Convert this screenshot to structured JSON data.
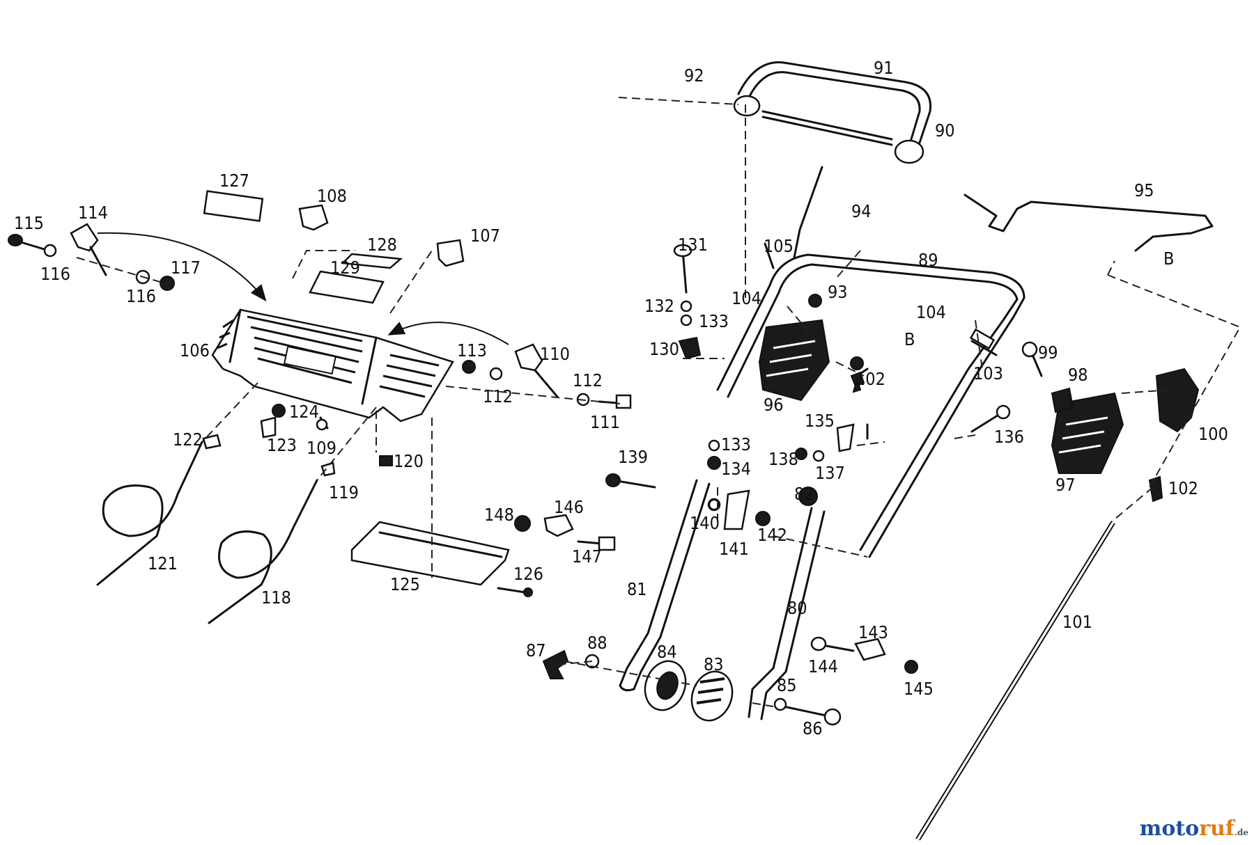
{
  "watermark": {
    "prefix": "moto",
    "accent": "ruf",
    "suffix": ".de"
  },
  "colors": {
    "line": "#111111",
    "watermark_blue": "#1d4f9e",
    "watermark_orange": "#e07b14"
  },
  "labels": {
    "p80": "80",
    "p81": "81",
    "p82": "82",
    "p83": "83",
    "p84": "84",
    "p85": "85",
    "p86": "86",
    "p87": "87",
    "p88": "88",
    "p89": "89",
    "p90": "90",
    "p91": "91",
    "p92": "92",
    "p93": "93",
    "p94": "94",
    "p95": "95",
    "pB1": "B",
    "pB2": "B",
    "p96": "96",
    "p97": "97",
    "p98": "98",
    "p99": "99",
    "p100": "100",
    "p101": "101",
    "p102a": "102",
    "p102b": "102",
    "p103": "103",
    "p104a": "104",
    "p104b": "104",
    "p105": "105",
    "p106": "106",
    "p107": "107",
    "p108": "108",
    "p109": "109",
    "p110": "110",
    "p111": "111",
    "p112a": "112",
    "p112b": "112",
    "p113": "113",
    "p114": "114",
    "p115": "115",
    "p116a": "116",
    "p116b": "116",
    "p117": "117",
    "p118": "118",
    "p119": "119",
    "p120": "120",
    "p121": "121",
    "p122": "122",
    "p123": "123",
    "p124": "124",
    "p125": "125",
    "p126": "126",
    "p127": "127",
    "p128": "128",
    "p129": "129",
    "p130": "130",
    "p131": "131",
    "p132": "132",
    "p133a": "133",
    "p133b": "133",
    "p134": "134",
    "p135": "135",
    "p136": "136",
    "p137": "137",
    "p138": "138",
    "p139": "139",
    "p140": "140",
    "p141": "141",
    "p142": "142",
    "p143": "143",
    "p144": "144",
    "p145": "145",
    "p146": "146",
    "p147": "147",
    "p148": "148"
  }
}
